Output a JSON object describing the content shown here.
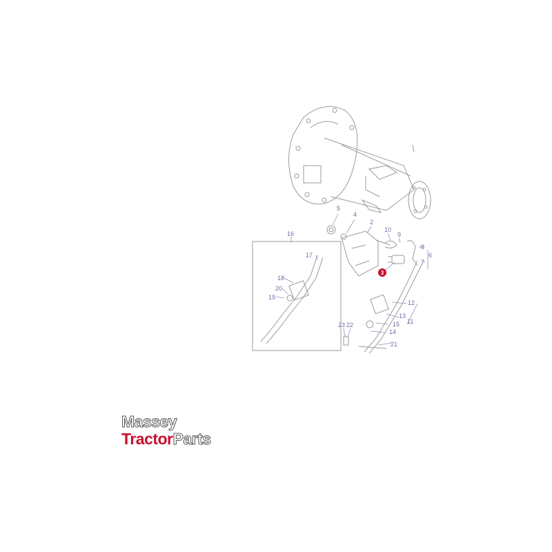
{
  "diagram": {
    "callouts": [
      "2",
      "3",
      "4",
      "5",
      "6",
      "7",
      "8",
      "9",
      "10",
      "11",
      "12",
      "13",
      "14",
      "15",
      "16",
      "17",
      "18",
      "19",
      "20",
      "21",
      "22",
      "23"
    ],
    "highlight_callout": "3",
    "highlight_color": "#c8102e",
    "line_color": "#9a9a9a",
    "label_color": "#6b6fa6"
  },
  "logo": {
    "line1": "Massey",
    "line2_a": "Tractor",
    "line2_b": "Parts",
    "accent": "#c8102e"
  }
}
